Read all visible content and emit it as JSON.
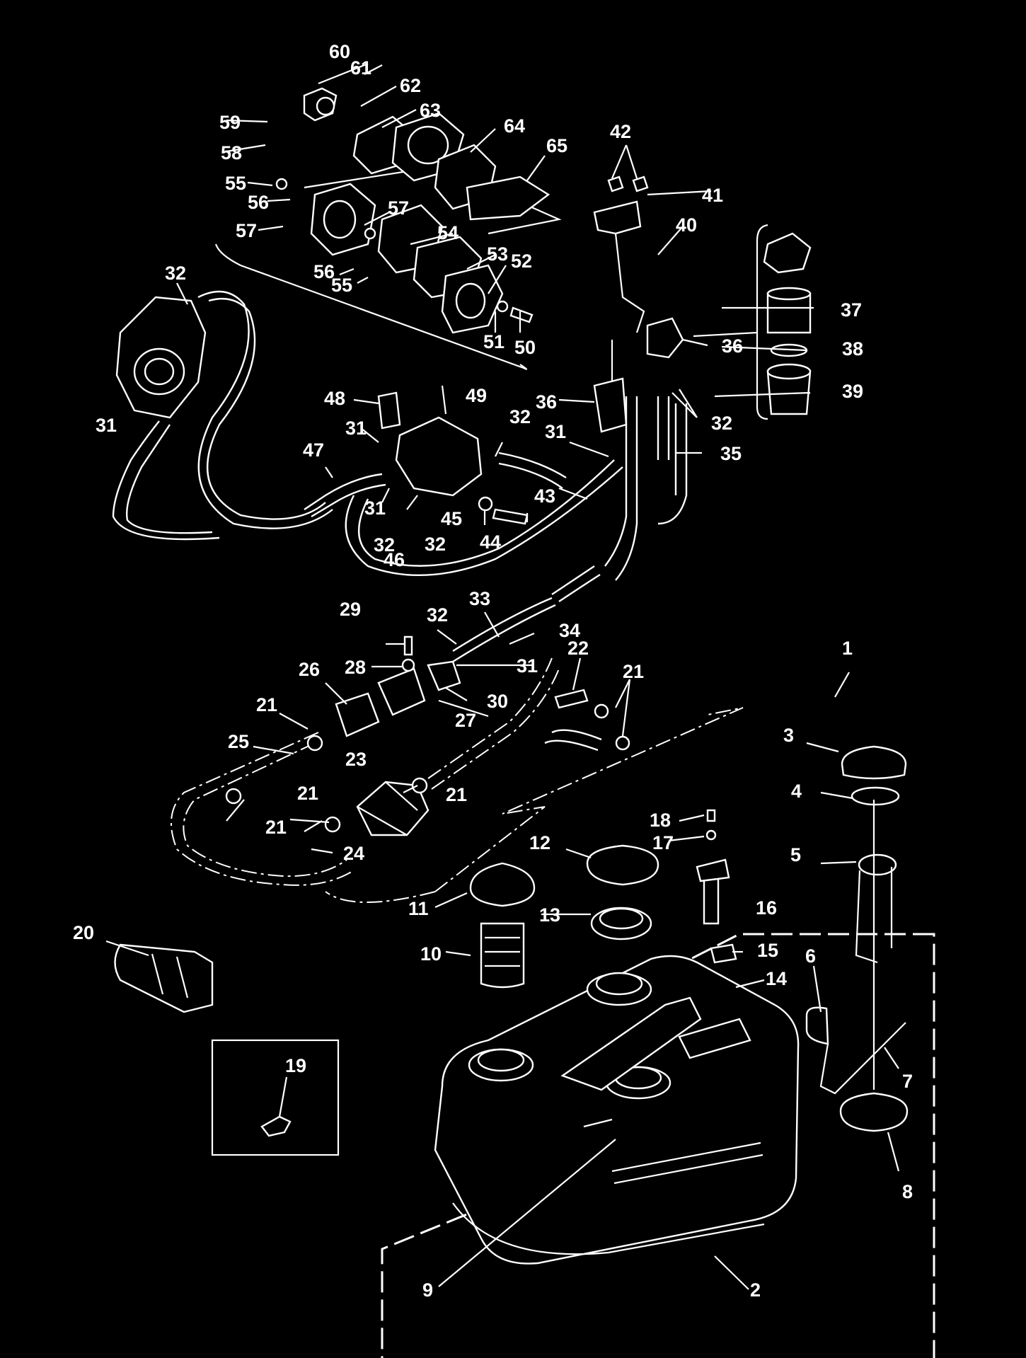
{
  "labels": [
    "60",
    "61",
    "62",
    "63",
    "64",
    "65",
    "59",
    "58",
    "55",
    "56",
    "57",
    "57",
    "54",
    "53",
    "52",
    "56",
    "55",
    "51",
    "50",
    "32",
    "42",
    "41",
    "40",
    "37",
    "38",
    "36",
    "39",
    "36",
    "32",
    "32",
    "31",
    "35",
    "48",
    "49",
    "31",
    "47",
    "32",
    "31",
    "45",
    "44",
    "43",
    "31",
    "32",
    "46",
    "29",
    "32",
    "33",
    "34",
    "31",
    "28",
    "26",
    "30",
    "27",
    "22",
    "21",
    "1",
    "21",
    "25",
    "21",
    "23",
    "3",
    "4",
    "21",
    "21",
    "21",
    "18",
    "17",
    "12",
    "5",
    "24",
    "11",
    "13",
    "16",
    "10",
    "15",
    "6",
    "14",
    "20",
    "7",
    "19",
    "8",
    "9",
    "2"
  ]
}
